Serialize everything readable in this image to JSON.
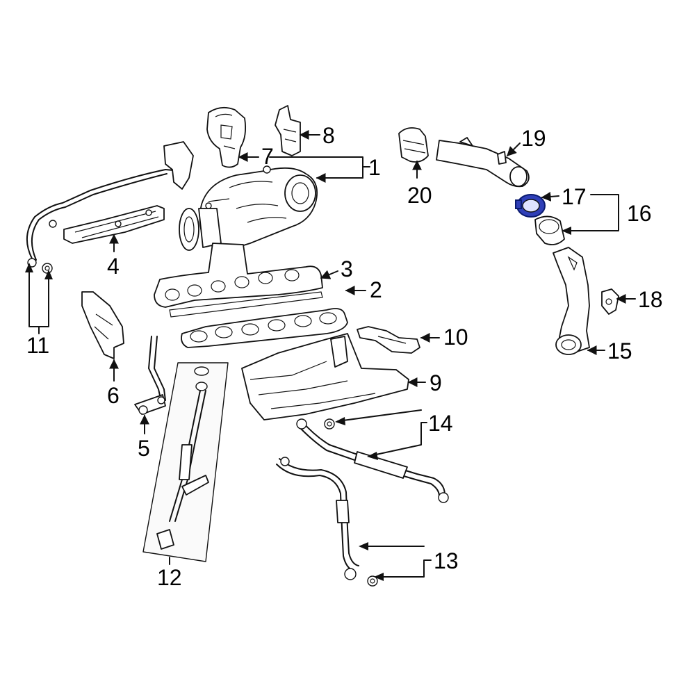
{
  "diagram": {
    "highlight_color": "#2f3fb8",
    "highlighted_part": "17",
    "callouts": [
      {
        "id": "c1",
        "label": "1"
      },
      {
        "id": "c2",
        "label": "2"
      },
      {
        "id": "c3",
        "label": "3"
      },
      {
        "id": "c4",
        "label": "4"
      },
      {
        "id": "c5",
        "label": "5"
      },
      {
        "id": "c6",
        "label": "6"
      },
      {
        "id": "c7",
        "label": "7"
      },
      {
        "id": "c8",
        "label": "8"
      },
      {
        "id": "c9",
        "label": "9"
      },
      {
        "id": "c10",
        "label": "10"
      },
      {
        "id": "c11",
        "label": "11"
      },
      {
        "id": "c12",
        "label": "12"
      },
      {
        "id": "c13",
        "label": "13"
      },
      {
        "id": "c14",
        "label": "14"
      },
      {
        "id": "c15",
        "label": "15"
      },
      {
        "id": "c16",
        "label": "16"
      },
      {
        "id": "c17",
        "label": "17"
      },
      {
        "id": "c18",
        "label": "18"
      },
      {
        "id": "c19",
        "label": "19"
      },
      {
        "id": "c20",
        "label": "20"
      }
    ]
  }
}
